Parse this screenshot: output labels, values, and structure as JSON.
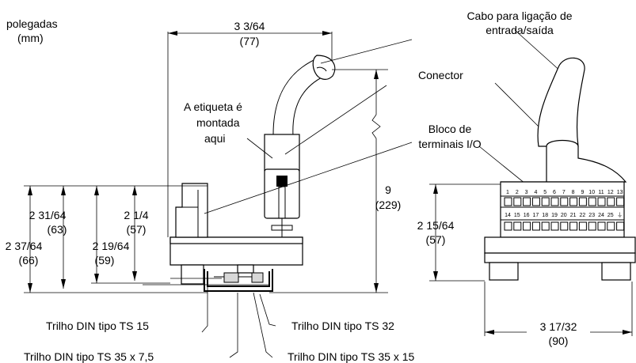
{
  "units_label_line1": "polegadas",
  "units_label_line2": "(mm)",
  "callouts": {
    "cable_line1": "Cabo para ligação de",
    "cable_line2": "entrada/saída",
    "connector": "Conector",
    "terminal_block_line1": "Bloco de",
    "terminal_block_line2": "terminais I/O",
    "label_line1": "A etiqueta é",
    "label_line2": "montada",
    "label_line3": "aqui"
  },
  "dimensions": {
    "width_top_in": "3 3/64",
    "width_top_mm": "(77)",
    "height_total_in": "9",
    "height_total_mm": "(229)",
    "h1_in": "2 31/64",
    "h1_mm": "(63)",
    "h2_in": "2 37/64",
    "h2_mm": "(66)",
    "h3_in": "2 19/64",
    "h3_mm": "(59)",
    "h4_in": "2 1/4",
    "h4_mm": "(57)",
    "right_h_in": "2 15/64",
    "right_h_mm": "(57)",
    "right_w_in": "3 17/32",
    "right_w_mm": "(90)"
  },
  "rails": {
    "ts15": "Trilho DIN tipo TS 15",
    "ts32": "Trilho DIN tipo TS 32",
    "ts35x75": "Trilho DIN tipo TS 35 x 7,5",
    "ts35x15": "Trilho DIN tipo TS 35 x 15"
  },
  "terminal_numbers_top": [
    "1",
    "2",
    "3",
    "4",
    "5",
    "6",
    "7",
    "8",
    "9",
    "10",
    "11",
    "12",
    "13"
  ],
  "terminal_numbers_bottom": [
    "14",
    "15",
    "16",
    "17",
    "18",
    "19",
    "20",
    "21",
    "22",
    "23",
    "24",
    "25",
    "⏚"
  ]
}
